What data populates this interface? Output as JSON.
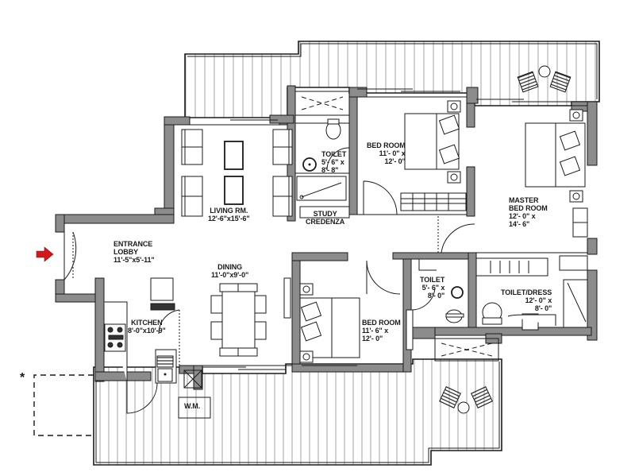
{
  "plan": {
    "colors": {
      "wall": "#8c8c8c",
      "wall_stroke": "#1a1a1a",
      "line": "#222222",
      "deck": "#9a9a9a",
      "entry_arrow": "#d0191b"
    },
    "rooms": {
      "living": {
        "name": "LIVING RM.",
        "size": "12'-6\"x15'-6\""
      },
      "entrance": {
        "name_1": "ENTRANCE",
        "name_2": "LOBBY",
        "size": "11'-5\"x5'-11\""
      },
      "dining": {
        "name": "DINING",
        "size": "11'-0\"x9'-0\""
      },
      "kitchen": {
        "name": "KITCHEN",
        "size": "8'-0\"x10'-9\""
      },
      "toilet_1": {
        "name": "TOILET",
        "size_1": "5'- 6\" x",
        "size_2": "8'- 8\""
      },
      "study": {
        "name_1": "STUDY",
        "name_2": "CREDENZA"
      },
      "bedroom_1": {
        "name": "BED ROOM",
        "size_1": "11'- 0\" x",
        "size_2": "12'- 0\""
      },
      "master_bedroom": {
        "name_1": "MASTER",
        "name_2": "BED ROOM",
        "size_1": "12'- 0\" x",
        "size_2": "14'- 6\""
      },
      "bedroom_2": {
        "name": "BED ROOM",
        "size_1": "11'- 6\" x",
        "size_2": "12'- 0\""
      },
      "toilet_2": {
        "name": "TOILET",
        "size_1": "5'- 6\" x",
        "size_2": "8'- 0\""
      },
      "toilet_dress": {
        "name": "TOILET/DRESS",
        "size_1": "12'- 0\" x",
        "size_2": "8'- 0\""
      },
      "washing_machine": {
        "name": "W.M."
      }
    },
    "annotations": {
      "optional_marker": "*",
      "entry_arrow": "entry-arrow-icon"
    }
  }
}
